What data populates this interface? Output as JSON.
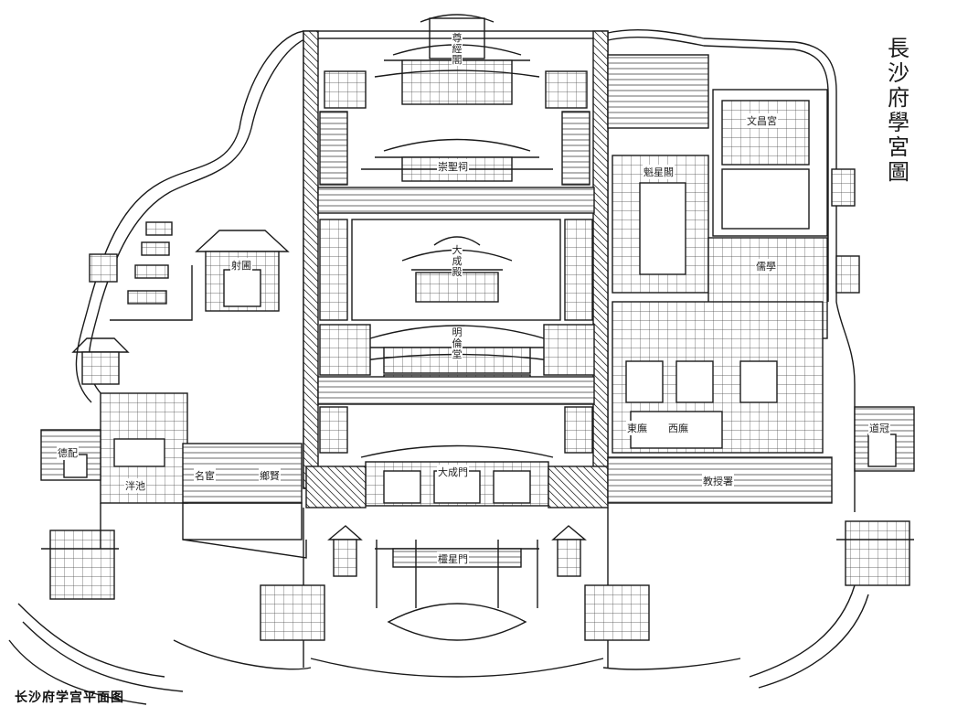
{
  "map": {
    "title": "長沙府學宮圖",
    "caption": "长沙府学宫平面图",
    "labels": {
      "top_pavilion": "尊經閣",
      "middle_hall": "明倫堂",
      "upper_court": "崇聖祠",
      "central_hall": "大成殿",
      "front_gate": "大成門",
      "lattice_gate": "欞星門",
      "left_pavilion": "射圃",
      "east_court": "文昌宮",
      "east_block": "魁星閣",
      "east_corridor": "儒學",
      "west_yard": "名宦",
      "west_yard_two": "鄉賢",
      "bottom_right_hall": "教授署",
      "far_left": "德配",
      "far_right": "道冠",
      "east_hall_a": "東廡",
      "east_hall_b": "西廡",
      "gate_plaque": "泮池"
    },
    "colors": {
      "ink": "#1a1a1a",
      "paper": "#ffffff"
    }
  }
}
